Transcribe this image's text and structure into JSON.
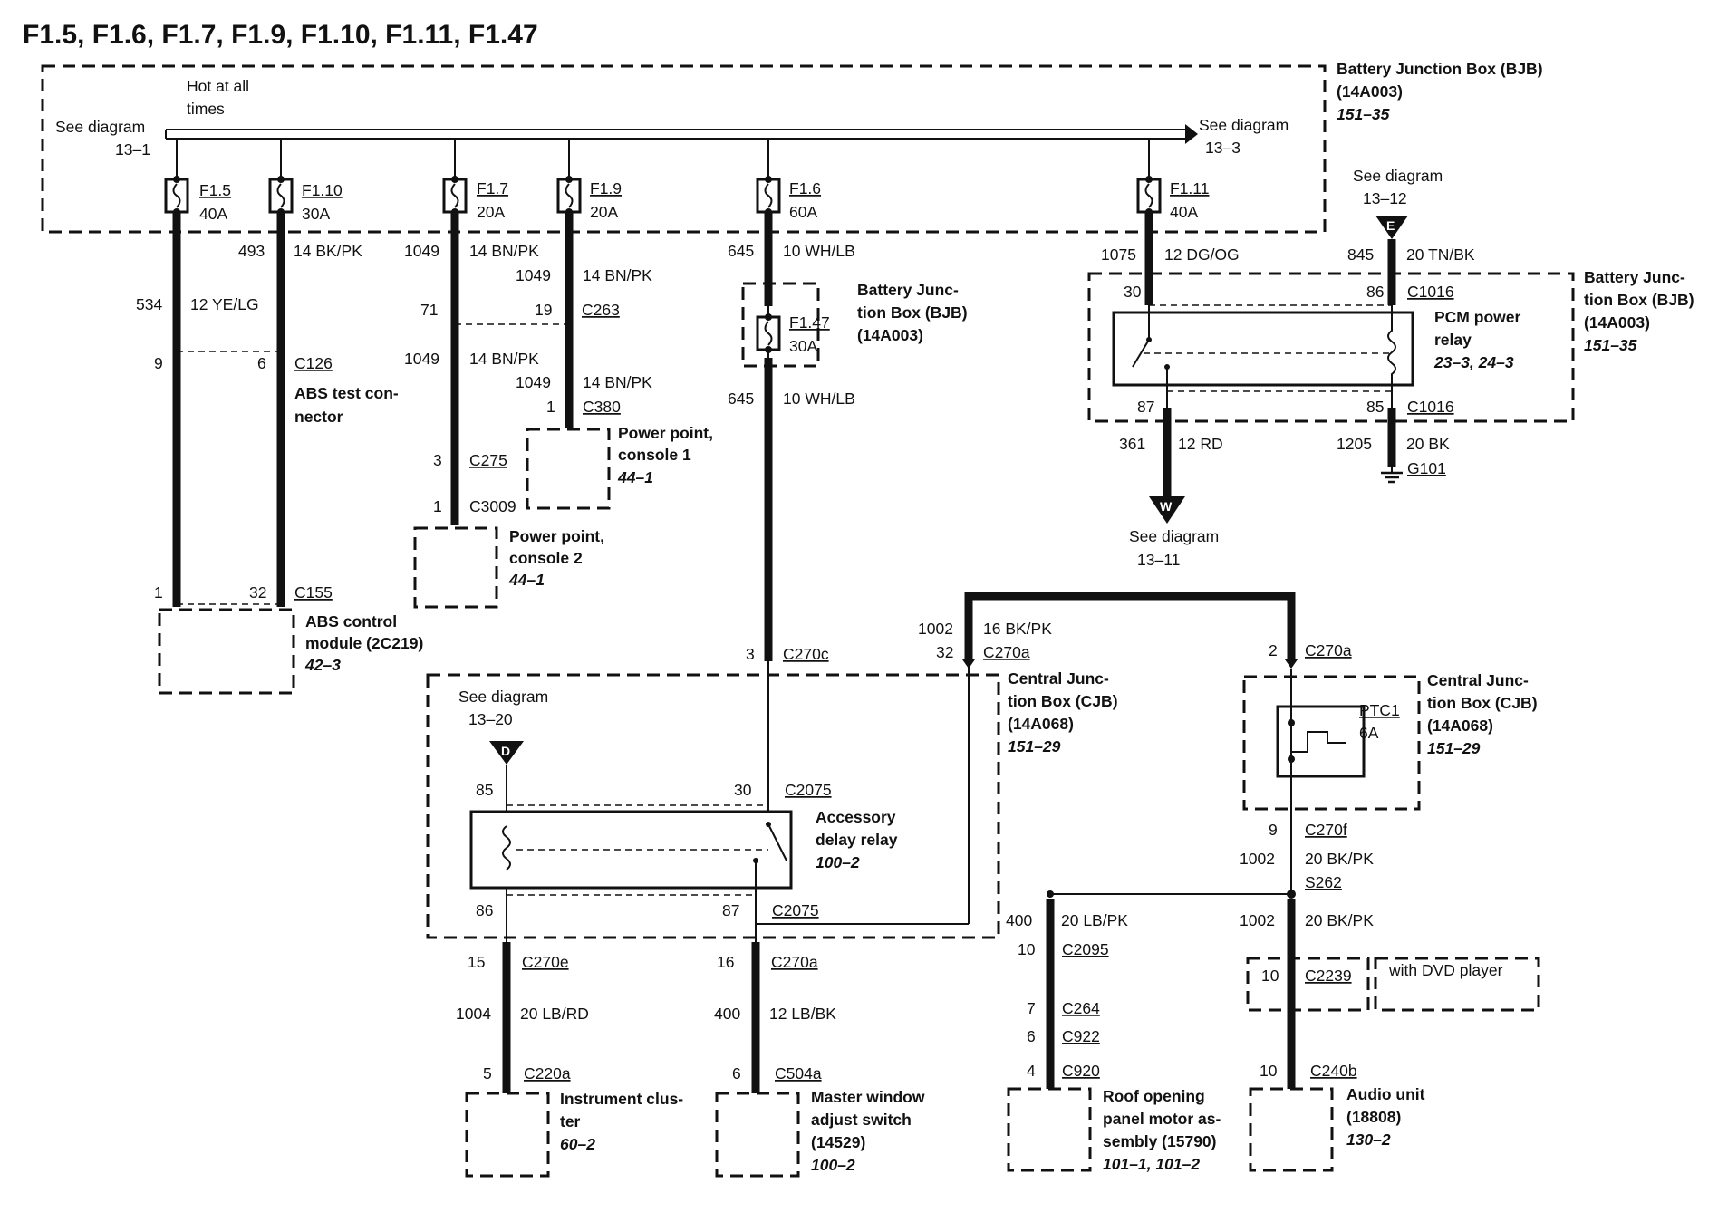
{
  "title": "F1.5, F1.6, F1.7, F1.9, F1.10, F1.11, F1.47",
  "bjb_main": {
    "name": "Battery Junction Box (BJB)",
    "part": "(14A003)",
    "ref": "151–35",
    "hot": "Hot at all",
    "hot2": "times",
    "see_left": "See diagram",
    "see_left_num": "13–1",
    "see_right": "See diagram",
    "see_right_num": "13–3"
  },
  "fuses": {
    "f15": {
      "id": "F1.5",
      "amp": "40A"
    },
    "f110": {
      "id": "F1.10",
      "amp": "30A"
    },
    "f17": {
      "id": "F1.7",
      "amp": "20A"
    },
    "f19": {
      "id": "F1.9",
      "amp": "20A"
    },
    "f16": {
      "id": "F1.6",
      "amp": "60A"
    },
    "f111": {
      "id": "F1.11",
      "amp": "40A"
    },
    "f147": {
      "id": "F1.47",
      "amp": "30A"
    }
  },
  "wires": {
    "w493": "493",
    "w493c": "14 BK/PK",
    "w534": "534",
    "w534c": "12 YE/LG",
    "w1049a": "1049",
    "w1049ac": "14 BN/PK",
    "w1049b": "1049",
    "w1049bc": "14 BN/PK",
    "w1049c": "1049",
    "w1049cc": "14 BN/PK",
    "w1049d": "1049",
    "w1049dc": "14 BN/PK",
    "w645a": "645",
    "w645ac": "10 WH/LB",
    "w645b": "645",
    "w645bc": "10 WH/LB",
    "w1075": "1075",
    "w1075c": "12 DG/OG",
    "w845": "845",
    "w845c": "20 TN/BK",
    "w361": "361",
    "w361c": "12 RD",
    "w1205": "1205",
    "w1205c": "20 BK",
    "w1002a": "1002",
    "w1002ac": "16 BK/PK",
    "w1002b": "1002",
    "w1002bc": "20 BK/PK",
    "w1002c": "1002",
    "w1002cc": "20 BK/PK",
    "w400a": "400",
    "w400ac": "20 LB/PK",
    "w1004": "1004",
    "w1004c": "20 LB/RD",
    "w400b": "400",
    "w400bc": "12 LB/BK"
  },
  "pins": {
    "p9": "9",
    "p6": "6",
    "p1a": "1",
    "p32a": "32",
    "p71": "71",
    "p19": "19",
    "p3a": "3",
    "p1b": "1",
    "p1c": "1",
    "p3b": "3",
    "p32b": "32",
    "p2": "2",
    "p9b": "9",
    "p30a": "30",
    "p86a": "86",
    "p87a": "87",
    "p85a": "85",
    "p85b": "85",
    "p30b": "30",
    "p86b": "86",
    "p87b": "87",
    "p15": "15",
    "p16": "16",
    "p5": "5",
    "p6b": "6",
    "p10a": "10",
    "p7": "7",
    "p6c": "6",
    "p4": "4",
    "p10b": "10",
    "p10c": "10"
  },
  "connectors": {
    "c126": "C126",
    "c155": "C155",
    "c263": "C263",
    "c380": "C380",
    "c275": "C275",
    "c3009": "C3009",
    "c270c": "C270c",
    "c270a1": "C270a",
    "c270a2": "C270a",
    "c270f": "C270f",
    "s262": "S262",
    "c2075a": "C2075",
    "c2075b": "C2075",
    "c270e": "C270e",
    "c270a3": "C270a",
    "c220a": "C220a",
    "c504a": "C504a",
    "c2095": "C2095",
    "c264": "C264",
    "c922": "C922",
    "c920": "C920",
    "c2239": "C2239",
    "c240b": "C240b",
    "c1016a": "C1016",
    "c1016b": "C1016",
    "g101": "G101"
  },
  "components": {
    "abs_test": [
      "ABS test con-",
      "nector"
    ],
    "abs_mod": [
      "ABS control",
      "module (2C219)"
    ],
    "abs_mod_ref": "42–3",
    "pp1": [
      "Power point,",
      "console 1"
    ],
    "pp1_ref": "44–1",
    "pp2": [
      "Power point,",
      "console 2"
    ],
    "pp2_ref": "44–1",
    "bjb2": [
      "Battery Junc-",
      "tion Box (BJB)",
      "(14A003)"
    ],
    "bjb3": [
      "Battery Junc-",
      "tion Box (BJB)",
      "(14A003)"
    ],
    "bjb3_ref": "151–35",
    "pcm": [
      "PCM power",
      "relay"
    ],
    "pcm_ref": "23–3, 24–3",
    "see_e": "See diagram",
    "see_e_num": "13–12",
    "e_letter": "E",
    "see_w": "See diagram",
    "see_w_num": "13–11",
    "w_letter": "W",
    "see_d": "See diagram",
    "see_d_num": "13–20",
    "d_letter": "D",
    "cjb1": [
      "Central Junc-",
      "tion Box (CJB)",
      "(14A068)"
    ],
    "cjb1_ref": "151–29",
    "cjb2": [
      "Central Junc-",
      "tion Box (CJB)",
      "(14A068)"
    ],
    "cjb2_ref": "151–29",
    "ptc": "PTC1",
    "ptc_amp": "6A",
    "acc": [
      "Accessory",
      "delay relay"
    ],
    "acc_ref": "100–2",
    "dvd": "with DVD player",
    "ic": [
      "Instrument clus-",
      "ter"
    ],
    "ic_ref": "60–2",
    "mw": [
      "Master window",
      "adjust switch",
      "(14529)"
    ],
    "mw_ref": "100–2",
    "roof": [
      "Roof opening",
      "panel motor as-",
      "sembly (15790)"
    ],
    "roof_ref": "101–1, 101–2",
    "audio": [
      "Audio unit",
      "(18808)"
    ],
    "audio_ref": "130–2"
  }
}
